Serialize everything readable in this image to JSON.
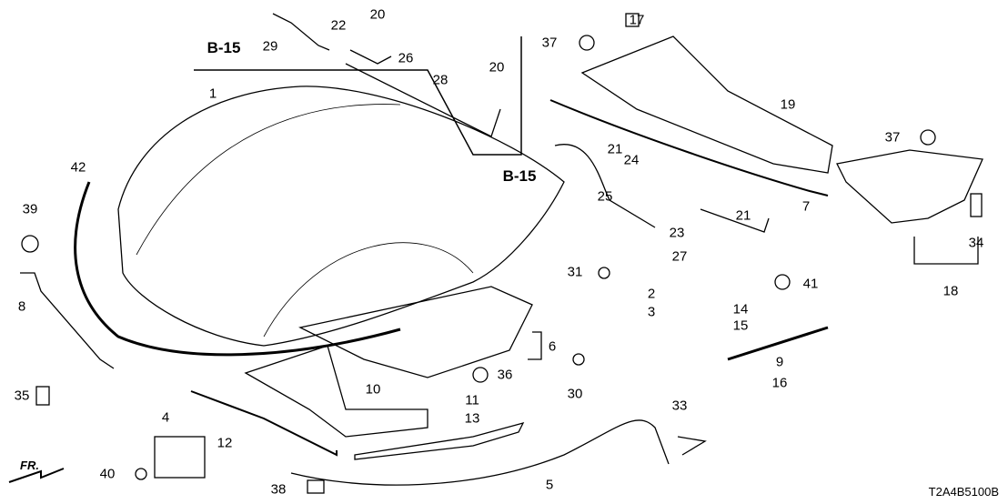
{
  "diagram_code": "T2A4B5100B",
  "front_indicator": "FR.",
  "reference": "B-15",
  "callouts": [
    "1",
    "2",
    "3",
    "4",
    "5",
    "6",
    "7",
    "8",
    "9",
    "16",
    "10",
    "11",
    "13",
    "12",
    "14",
    "15",
    "17",
    "18",
    "19",
    "20",
    "20",
    "21",
    "21",
    "22",
    "23",
    "24",
    "25",
    "26",
    "27",
    "28",
    "29",
    "30",
    "31",
    "33",
    "34",
    "35",
    "36",
    "37",
    "37",
    "38",
    "39",
    "40",
    "41",
    "42"
  ],
  "colors": {
    "line": "#000000",
    "background": "#ffffff"
  }
}
